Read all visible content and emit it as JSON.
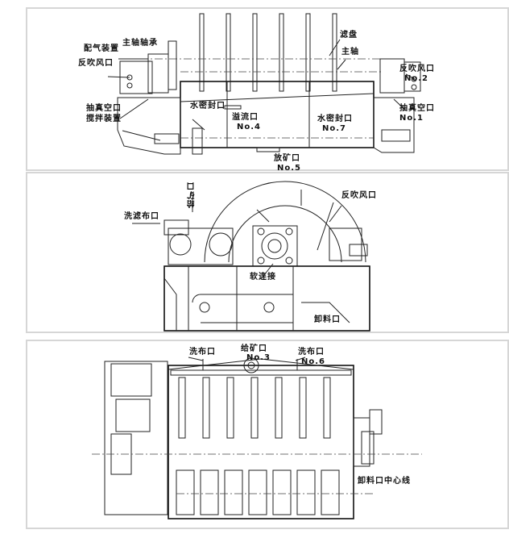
{
  "panels": [
    {
      "name": "front-view",
      "labels": {
        "gas_distributor": "配气装置",
        "main_bearing": "主轴轴承",
        "blowback_left": "反吹风口",
        "vacuum_left": "抽真空口",
        "agitator": "搅拌装置",
        "water_seal_left": "水密封口",
        "overflow": "溢流口",
        "overflow_no": "No.4",
        "water_seal_right": "水密封口",
        "water_seal_right_no": "No.7",
        "discharge": "放矿口",
        "discharge_no": "No.5",
        "filter_disc": "滤盘",
        "main_shaft": "主轴",
        "blowback_right": "反吹风口",
        "blowback_right_no": "No.2",
        "vacuum_right": "抽真空口",
        "vacuum_right_no": "No.1"
      }
    },
    {
      "name": "side-view",
      "labels": {
        "feed_inlet": "给矿口",
        "wash_cloth": "洗滤布口",
        "blowback": "反吹风口",
        "soft_connection": "软连接",
        "unloading": "卸料口"
      }
    },
    {
      "name": "top-view",
      "labels": {
        "wash_left": "洗布口",
        "feed": "给矿口",
        "feed_no": "No.3",
        "wash_right": "洗布口",
        "wash_right_no": "No.6",
        "unload_centerline": "卸料口中心线"
      }
    }
  ]
}
